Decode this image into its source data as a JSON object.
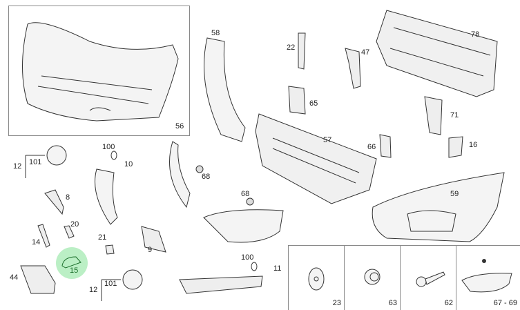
{
  "diagram": {
    "callouts": {
      "c56": "56",
      "c58": "58",
      "c22": "22",
      "c47": "47",
      "c78": "78",
      "c65": "65",
      "c71": "71",
      "c16": "16",
      "c57": "57",
      "c66": "66",
      "c12a": "12",
      "c101a": "101",
      "c100a": "100",
      "c10": "10",
      "c68a": "68",
      "c8": "8",
      "c68b": "68",
      "c59": "59",
      "c20": "20",
      "c14": "14",
      "c21": "21",
      "c9": "9",
      "c15": "15",
      "c44": "44",
      "c100b": "100",
      "c11": "11",
      "c12b": "12",
      "c101b": "101"
    },
    "fasteners": [
      "23",
      "63",
      "62",
      "67 - 69"
    ],
    "highlight_color": "#3cd25a",
    "highlighted_part": "15"
  }
}
